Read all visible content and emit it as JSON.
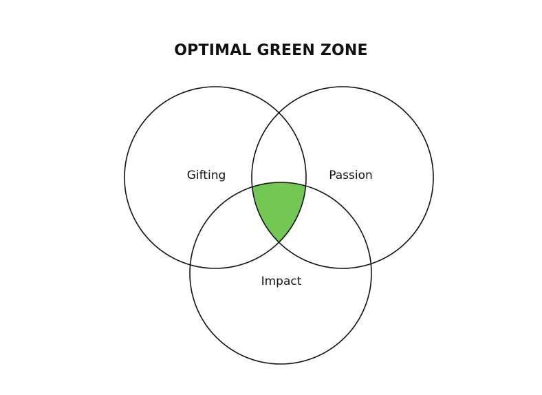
{
  "diagram": {
    "title": "OPTIMAL GREEN ZONE",
    "circles": [
      {
        "id": "gifting",
        "label": "Gifting"
      },
      {
        "id": "passion",
        "label": "Passion"
      },
      {
        "id": "impact",
        "label": "Impact"
      }
    ],
    "highlight_color": "#72c853",
    "stroke_color": "#111111"
  }
}
